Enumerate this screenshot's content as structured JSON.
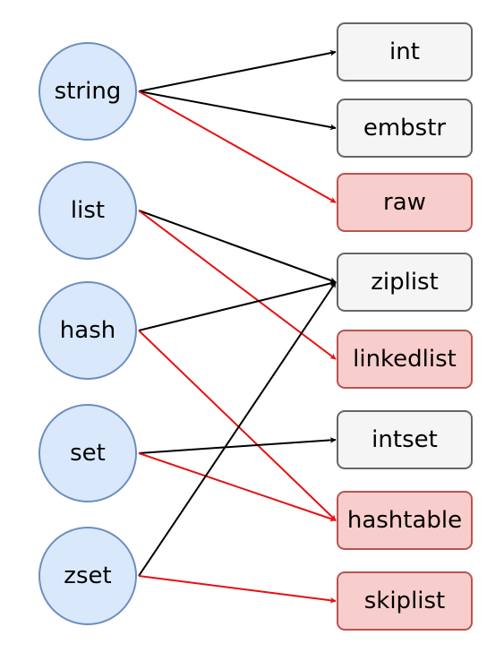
{
  "colors": {
    "circle_fill": "#dae8fc",
    "circle_stroke": "#6c8ebf",
    "box_fill": "#f5f5f5",
    "box_stroke": "#666666",
    "box_red_fill": "#f8cecc",
    "box_red_stroke": "#b85450",
    "edge_black": "#000000",
    "edge_red": "#e81010"
  },
  "types": [
    {
      "id": "string",
      "label": "string"
    },
    {
      "id": "list",
      "label": "list"
    },
    {
      "id": "hash",
      "label": "hash"
    },
    {
      "id": "set",
      "label": "set"
    },
    {
      "id": "zset",
      "label": "zset"
    }
  ],
  "encodings": [
    {
      "id": "int",
      "label": "int",
      "style": "plain"
    },
    {
      "id": "embstr",
      "label": "embstr",
      "style": "plain"
    },
    {
      "id": "raw",
      "label": "raw",
      "style": "red"
    },
    {
      "id": "ziplist",
      "label": "ziplist",
      "style": "plain"
    },
    {
      "id": "linkedlist",
      "label": "linkedlist",
      "style": "red"
    },
    {
      "id": "intset",
      "label": "intset",
      "style": "plain"
    },
    {
      "id": "hashtable",
      "label": "hashtable",
      "style": "red"
    },
    {
      "id": "skiplist",
      "label": "skiplist",
      "style": "red"
    }
  ],
  "edges": [
    {
      "from": "string",
      "to": "int",
      "color": "black"
    },
    {
      "from": "string",
      "to": "embstr",
      "color": "black"
    },
    {
      "from": "string",
      "to": "raw",
      "color": "red"
    },
    {
      "from": "list",
      "to": "ziplist",
      "color": "black"
    },
    {
      "from": "list",
      "to": "linkedlist",
      "color": "red"
    },
    {
      "from": "hash",
      "to": "ziplist",
      "color": "black"
    },
    {
      "from": "hash",
      "to": "hashtable",
      "color": "red"
    },
    {
      "from": "set",
      "to": "intset",
      "color": "black"
    },
    {
      "from": "set",
      "to": "hashtable",
      "color": "red"
    },
    {
      "from": "zset",
      "to": "ziplist",
      "color": "black"
    },
    {
      "from": "zset",
      "to": "skiplist",
      "color": "red"
    }
  ]
}
